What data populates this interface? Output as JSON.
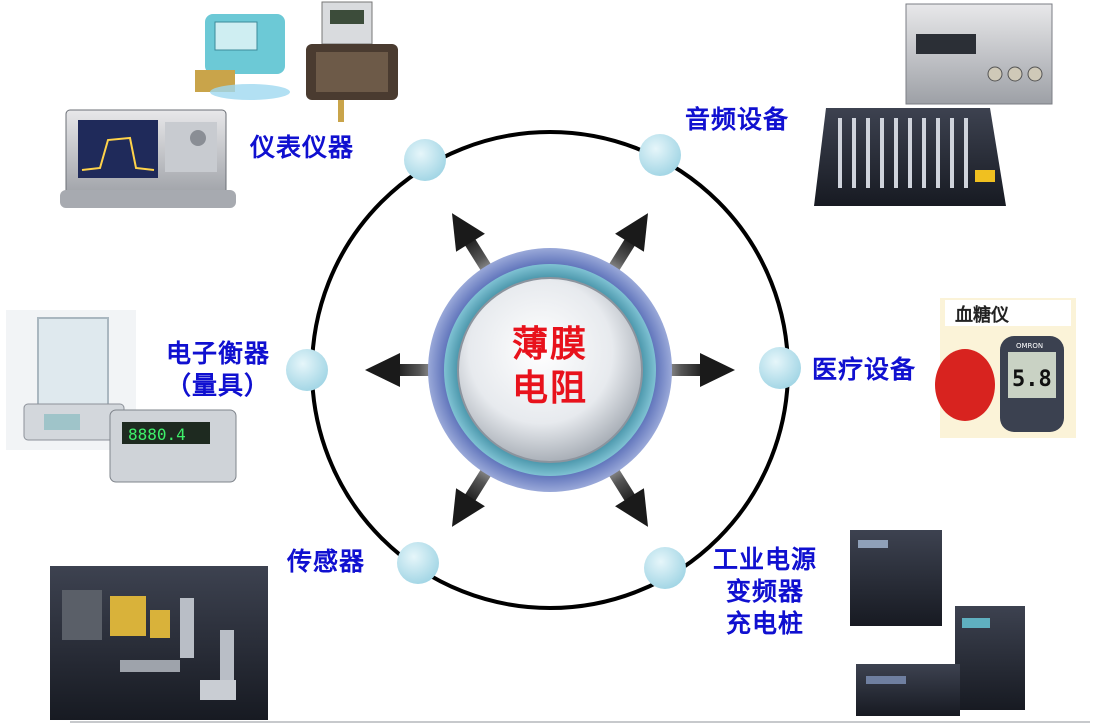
{
  "center": {
    "line1": "薄膜",
    "line2": "电阻"
  },
  "applications": {
    "instruments": "仪表仪器",
    "audio": "音频设备",
    "scale_line1": "电子衡器",
    "scale_line2": "（量具）",
    "medical": "医疗设备",
    "sensor": "传感器",
    "industrial_line1": "工业电源",
    "industrial_line2": "变频器",
    "industrial_line3": "充电桩"
  },
  "photo_text": {
    "glucose_title": "血糖仪",
    "glucose_reading": "5.8",
    "glucose_brand": "OMRON",
    "scale_display": "8880.4"
  },
  "colors": {
    "label": "#1010d0",
    "center_text": "#e8121c",
    "node": "#b9e3ee",
    "ring": "#000000"
  }
}
